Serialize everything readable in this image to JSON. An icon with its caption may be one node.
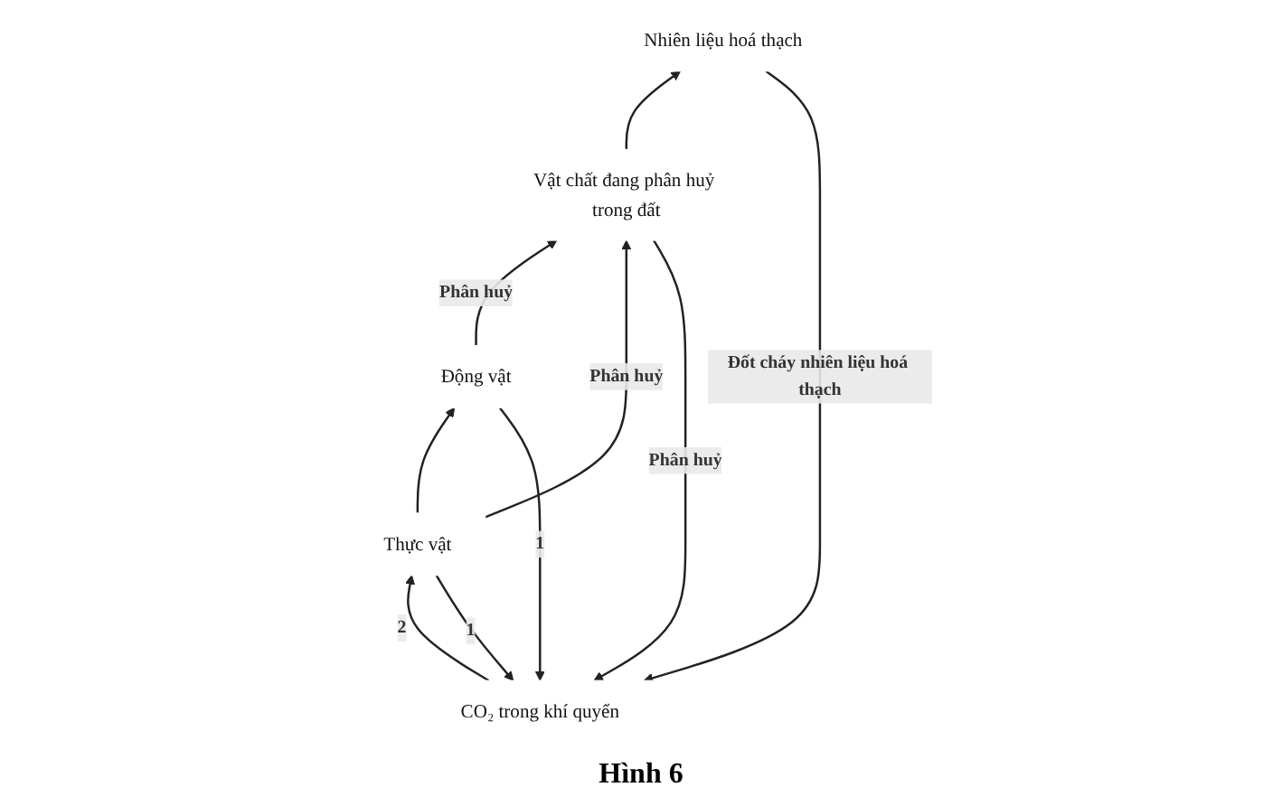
{
  "diagram": {
    "caption": "Hình 6",
    "nodes": [
      {
        "text": [
          "CO₂ trong khí quyển"
        ]
      },
      {
        "text": [
          "Nhiên liệu hoá thạch"
        ]
      },
      {
        "text": [
          "Động vật"
        ]
      },
      {
        "text": [
          "Thực vật"
        ]
      },
      {
        "text": [
          "Vật chất đang phân huỷ trong đất"
        ]
      }
    ],
    "edges": [
      {
        "from": 1,
        "to": 0,
        "arrow": "to",
        "label": "Đốt cháy nhiên liệu hoá thạch"
      },
      {
        "from": 4,
        "to": 0,
        "arrow": "to",
        "label": "Phân huỷ"
      },
      {
        "from": 2,
        "to": 0,
        "arrow": "to",
        "label": "1"
      },
      {
        "from": 3,
        "to": 0,
        "arrow": "to",
        "label": "1"
      },
      {
        "from": 0,
        "to": 3,
        "arrow": "to",
        "label": "2"
      },
      {
        "from": 3,
        "to": 2,
        "arrow": "to"
      },
      {
        "from": 2,
        "to": 4,
        "arrow": "to",
        "label": "Phân huỷ"
      },
      {
        "from": 3,
        "to": 4,
        "arrow": "to",
        "label": "Phân huỷ"
      },
      {
        "from": 4,
        "to": 1,
        "arrow": "to"
      }
    ]
  }
}
